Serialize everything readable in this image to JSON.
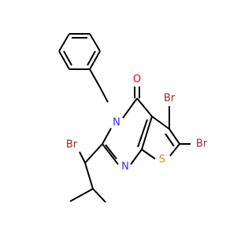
{
  "molecule": {
    "atoms": {
      "n": {
        "label": "N",
        "color": "#2d2df5"
      },
      "n2": {
        "label": "N",
        "color": "#2d2df5"
      },
      "o": {
        "label": "O",
        "color": "#ff0000"
      },
      "s": {
        "label": "S",
        "color": "#b8a000"
      },
      "br_c5": {
        "label": "Br",
        "color": "#a02828"
      },
      "br_c6": {
        "label": "Br",
        "color": "#a02828"
      },
      "br_side": {
        "label": "Br",
        "color": "#a02828"
      }
    }
  }
}
